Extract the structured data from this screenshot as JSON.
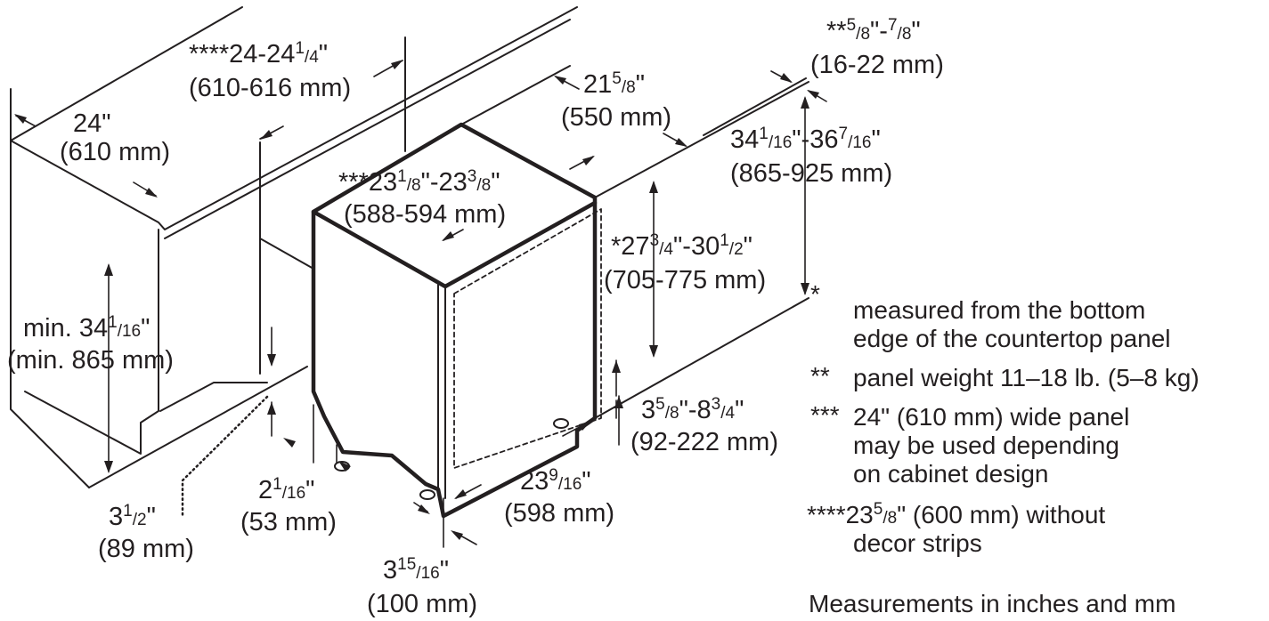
{
  "dimensions": {
    "cabinet_depth": {
      "inch": "24\"",
      "mm": "(610 mm)"
    },
    "niche_width": {
      "prefix": "****",
      "a": "24-24",
      "a_sup": "1",
      "a_den": "4",
      "a_end": "\"",
      "mm": "(610-616 mm)"
    },
    "appliance_depth": {
      "whole": "21",
      "sup": "5",
      "den": "8",
      "end": "\"",
      "mm": "(550 mm)"
    },
    "panel_thickness": {
      "prefix": "**",
      "s1": "5",
      "d1": "8",
      "mid": "\"-",
      "s2": "7",
      "d2": "8",
      "end": "\"",
      "mm": "(16-22 mm)"
    },
    "niche_height": {
      "w1": "34",
      "s1": "1",
      "d1": "16",
      "mid": "\"-36",
      "s2": "7",
      "d2": "16",
      "end": "\"",
      "mm": "(865-925 mm)"
    },
    "panel_width": {
      "prefix": "***",
      "w1": "23",
      "s1": "1",
      "d1": "8",
      "mid": "\"-23",
      "s2": "3",
      "d2": "8",
      "end": "\"",
      "mm": "(588-594 mm)"
    },
    "panel_height": {
      "prefix": "*",
      "w1": "27",
      "s1": "3",
      "d1": "4",
      "mid": "\"-30",
      "s2": "1",
      "d2": "2",
      "end": "\"",
      "mm": "(705-775 mm)"
    },
    "min_height": {
      "prefix": "min. 34",
      "s1": "1",
      "d1": "16",
      "end": "\"",
      "mm": "(min. 865 mm)"
    },
    "toe_kick": {
      "w1": "3",
      "s1": "5",
      "d1": "8",
      "mid": "\"-8",
      "s2": "3",
      "d2": "4",
      "end": "\"",
      "mm": "(92-222 mm)"
    },
    "appliance_width": {
      "whole": "23",
      "sup": "9",
      "den": "16",
      "end": "\"",
      "mm": "(598 mm)"
    },
    "plinth_depth": {
      "whole": "2",
      "sup": "1",
      "den": "16",
      "end": "\"",
      "mm": "(53 mm)"
    },
    "plinth_offset": {
      "whole": "3",
      "sup": "1",
      "den": "2",
      "end": "\"",
      "mm": "(89 mm)"
    },
    "foot_depth": {
      "whole": "3",
      "sup": "15",
      "den": "16",
      "end": "\"",
      "mm": "(100 mm)"
    }
  },
  "notes": [
    {
      "mark": "*",
      "line1": "measured from the bottom",
      "line2": "edge of the countertop panel"
    },
    {
      "mark": "**",
      "line1": "panel weight 11–18 lb. (5–8 kg)"
    },
    {
      "mark": "***",
      "line1": "24\" (610 mm) wide panel",
      "line2": "may be used depending",
      "line3": "on cabinet design"
    },
    {
      "mark": "****",
      "line1": "23",
      "sup": "5",
      "den": "8",
      "rest": "\" (600 mm) without",
      "line2": "decor strips"
    }
  ],
  "footer": "Measurements in inches and mm"
}
